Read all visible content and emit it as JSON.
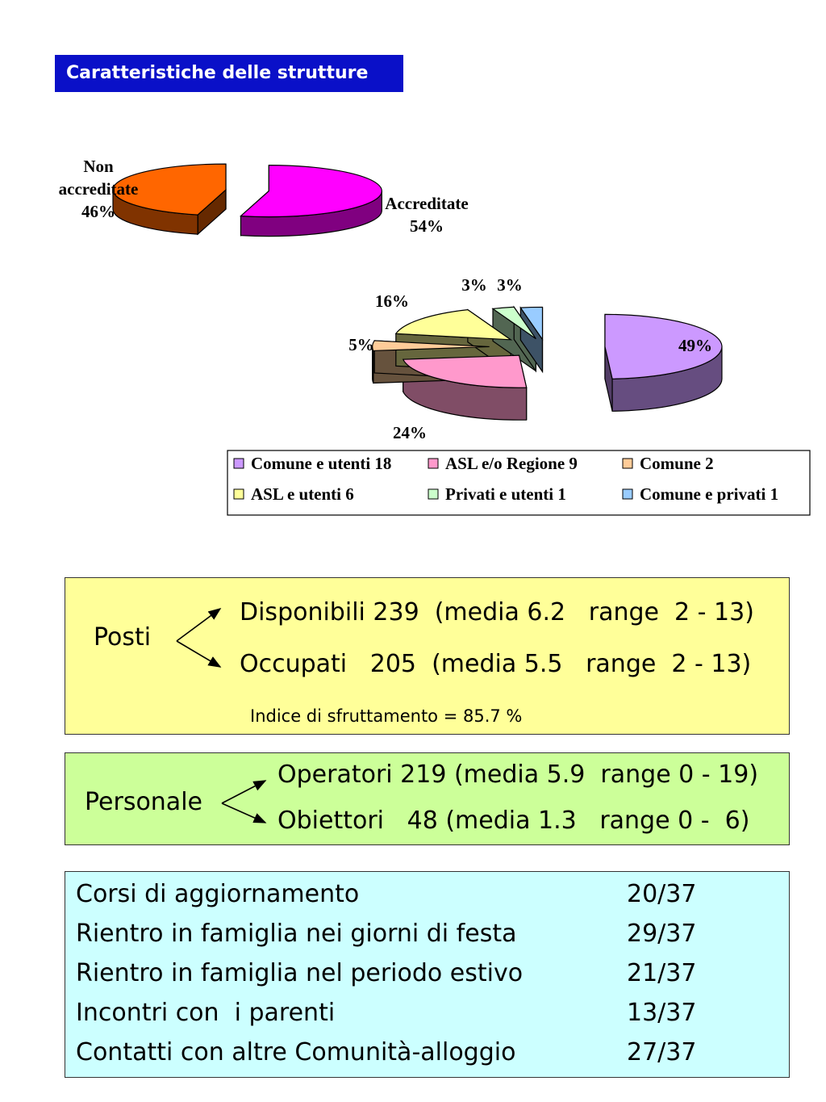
{
  "header": {
    "title": "Caratteristiche delle strutture"
  },
  "colors": {
    "title_bg": "#0a10c8",
    "accreditate": "#ff00ff",
    "non_accreditate": "#ff6600",
    "comune_e_utenti": "#cc99ff",
    "asl_regione": "#ff99cc",
    "comune": "#ffcc99",
    "asl_e_utenti": "#ffff99",
    "privati_e_utenti": "#ccffcc",
    "comune_e_privati": "#99ccff"
  },
  "chart_data": [
    {
      "type": "pie",
      "title": "",
      "slices": [
        {
          "name": "Accreditate",
          "label": "Accreditate",
          "percent": "54%",
          "value": 54
        },
        {
          "name": "Non accreditate",
          "label_lines": [
            "Non",
            "accreditate"
          ],
          "percent": "46%",
          "value": 46
        }
      ]
    },
    {
      "type": "pie",
      "title": "",
      "slices": [
        {
          "name": "Comune e utenti",
          "count": 18,
          "percent": "49%",
          "value": 49
        },
        {
          "name": "ASL e/o Regione",
          "count": 9,
          "percent": "24%",
          "value": 24
        },
        {
          "name": "Comune",
          "count": 2,
          "percent": "5%",
          "value": 5
        },
        {
          "name": "ASL e utenti",
          "count": 6,
          "percent": "16%",
          "value": 16
        },
        {
          "name": "Privati e utenti",
          "count": 1,
          "percent": "3%",
          "value": 3
        },
        {
          "name": "Comune e privati",
          "count": 1,
          "percent": "3%",
          "value": 3
        }
      ],
      "legend": [
        "Comune e utenti 18",
        "ASL e/o Regione 9",
        "Comune 2",
        "ASL e utenti 6",
        "Privati e utenti 1",
        "Comune e privati 1"
      ],
      "legend_position": "bottom"
    }
  ],
  "posti": {
    "label": "Posti",
    "disponibili": "Disponibili 239  (media 6.2   range  2 - 13)",
    "occupati": "Occupati   205  (media 5.5   range  2 - 13)",
    "indice": "Indice di sfruttamento = 85.7 %"
  },
  "personale": {
    "label": "Personale",
    "operatori": "Operatori 219 (media 5.9  range 0 - 19)",
    "obiettori": "Obiettori   48 (media 1.3   range 0 -  6)"
  },
  "altro": [
    {
      "label": "Corsi di aggiornamento",
      "value": "20/37"
    },
    {
      "label": "Rientro in famiglia nei giorni di festa",
      "value": "29/37"
    },
    {
      "label": "Rientro in famiglia nel periodo estivo",
      "value": "21/37"
    },
    {
      "label": "Incontri con  i parenti",
      "value": "13/37"
    },
    {
      "label": "Contatti con altre Comunità-alloggio",
      "value": "27/37"
    }
  ]
}
